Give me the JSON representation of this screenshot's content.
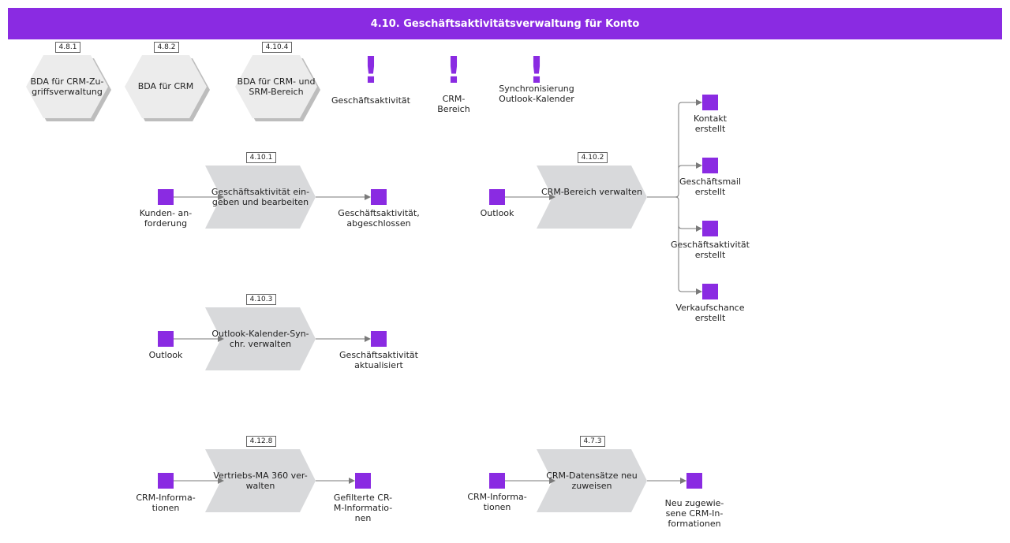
{
  "colors": {
    "accent": "#8a2be2",
    "hexagon": "#ececec",
    "process": "#d8d9db",
    "shadow": "#bdbdbd",
    "connector": "#7a7a7a"
  },
  "header": {
    "title": "4.10. Geschäftsaktivitätsverwaltung für Konto"
  },
  "hexagons": [
    {
      "badge": "4.8.1",
      "label": "BDA für CRM-Zu-\ngriffsverwaltung"
    },
    {
      "badge": "4.8.2",
      "label": "BDA für CRM"
    },
    {
      "badge": "4.10.4",
      "label": "BDA für CRM- und\nSRM-Bereich"
    }
  ],
  "events_top": [
    {
      "icon": "exclamation-icon",
      "label": "Geschäftsaktivität"
    },
    {
      "icon": "exclamation-icon",
      "label": "CRM-\nBereich"
    },
    {
      "icon": "exclamation-icon",
      "label": "Synchronisierung\nOutlook-Kalender"
    }
  ],
  "processes": [
    {
      "badge": "4.10.1",
      "label": "Geschäftsaktivität ein-\ngeben und bearbeiten"
    },
    {
      "badge": "4.10.2",
      "label": "CRM-Bereich verwalten"
    },
    {
      "badge": "4.10.3",
      "label": "Outlook-Kalender-Syn-\nchr. verwalten"
    },
    {
      "badge": "4.12.8",
      "label": "Vertriebs-MA 360 ver-\nwalten"
    },
    {
      "badge": "4.7.3",
      "label": "CRM-Datensätze neu\nzuweisen"
    }
  ],
  "nodes": [
    {
      "label": "Kunden- an-\nforderung"
    },
    {
      "label": "Geschäftsaktivität,\nabgeschlossen"
    },
    {
      "label": "Outlook"
    },
    {
      "label": "Kontakt\nerstellt"
    },
    {
      "label": "Geschäftsmail\nerstellt"
    },
    {
      "label": "Geschäftsaktivität\nerstellt"
    },
    {
      "label": "Verkaufschance\nerstellt"
    },
    {
      "label": "Outlook"
    },
    {
      "label": "Geschäftsaktivität\naktualisiert"
    },
    {
      "label": "CRM-Informa-\ntionen"
    },
    {
      "label": "Gefilterte CR-\nM-Informatio-\nnen"
    },
    {
      "label": "CRM-Informa-\ntionen"
    },
    {
      "label": "Neu zugewie-\nsene CRM-In-\nformationen"
    }
  ]
}
